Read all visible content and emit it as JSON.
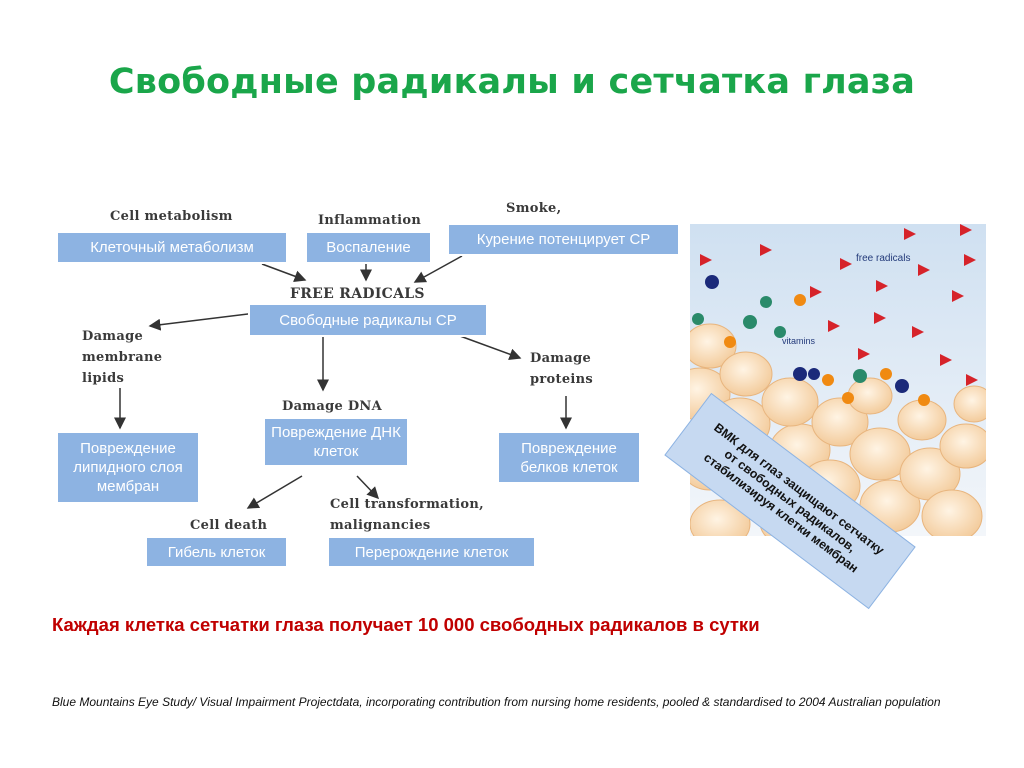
{
  "slide": {
    "title": "Свободные радикалы и сетчатка глаза",
    "note": "Каждая клетка сетчатки глаза получает 10 000 свободных радикалов в сутки",
    "source": "Blue Mountains Eye Study/ Visual Impairment Projectdata, incorporating contribution from nursing home residents, pooled & standardised to 2004 Australian population"
  },
  "diagram": {
    "en": {
      "cell_metabolism": "Cell metabolism",
      "inflammation": "Inflammation",
      "smoke": "Smoke,",
      "free_radicals": "FREE RADICALS",
      "damage_membrane_lipids": "Damage membrane lipids",
      "damage_dna": "Damage DNA",
      "damage_proteins": "Damage proteins",
      "cell_death": "Cell death",
      "cell_transformation": "Cell transformation, malignancies"
    },
    "ru": {
      "cell_metabolism": "Клеточный метаболизм",
      "inflammation": "Воспаление",
      "smoking": "Курение потенцирует СР",
      "free_radicals": "Свободные радикалы СР",
      "membrane_damage": "Повреждение липидного слоя мембран",
      "dna_damage": "Повреждение ДНК клеток",
      "protein_damage": "Повреждение белков клеток",
      "cell_death": "Гибель клеток",
      "cell_degeneration": "Перерождение клеток"
    }
  },
  "illustration": {
    "free_radicals_label": "free radicals",
    "vitamins_label": "vitamins",
    "colors": {
      "radical": "#d6232a",
      "membrane_cell": "#f8d9b2",
      "sky": "#e6eef7",
      "vitamin_blue": "#1b2a7a",
      "vitamin_orange": "#f08a12",
      "vitamin_green": "#2a8a6a"
    }
  },
  "callout": {
    "text": "ВМК для глаз защищают сетчатку\nот свободных радикалов,\nстабилизируя клетки мембран"
  }
}
